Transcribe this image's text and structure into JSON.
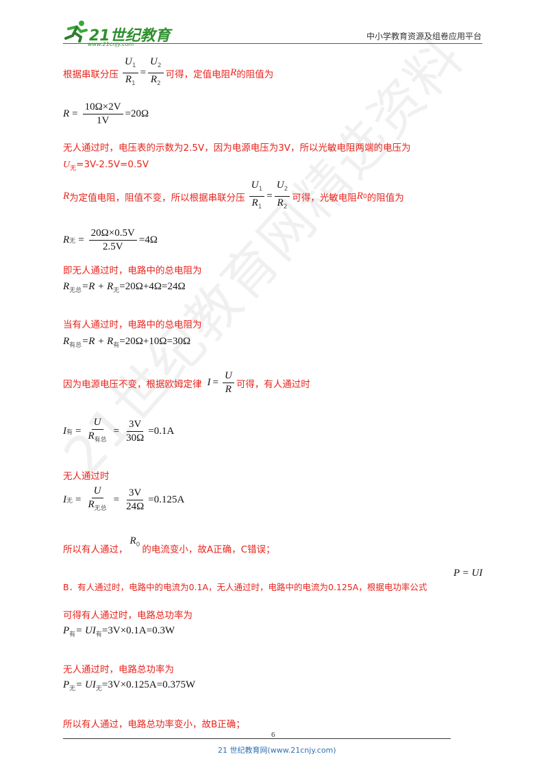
{
  "header": {
    "logo_main": "21世纪教育",
    "logo_url": "www.21cnjy.com",
    "right_text": "中小学教育资源及组卷应用平台"
  },
  "watermark": "21世纪教育网精选资料",
  "content": {
    "l1_pre": "根据串联分压",
    "l1_post": "可得，定值电阻",
    "l1_R": "R",
    "l1_end": "的阻值为",
    "eq1_lhs": "R",
    "eq1_num": "10Ω×2V",
    "eq1_den": "1V",
    "eq1_res": "=20Ω",
    "l2": "无人通过时，电压表的示数为2.5V，因为电源电压为3V，所以光敏电阻两端的电压为",
    "l3_U": "U",
    "l3_sub": "无",
    "l3_rest": "=3V-2.5V=0.5V",
    "l4_R": "R",
    "l4_pre": "为定值电阻，阻值不变，所以根据串联分压",
    "l4_post": "可得，光敏电阻",
    "l4_R0": "R",
    "l4_R0sub": "0",
    "l4_end": "的阻值为",
    "eq2_lhs": "R",
    "eq2_sub": "无",
    "eq2_num": "20Ω×0.5V",
    "eq2_den": "2.5V",
    "eq2_res": "=4Ω",
    "l5": "即无人通过时，电路中的总电阻为",
    "eq3_a": "R",
    "eq3_asub": "无总",
    "eq3_b": "=R + R",
    "eq3_bsub": "无",
    "eq3_res": "=20Ω+4Ω=24Ω",
    "l6": "当有人通过时，电路中的总电阻为",
    "eq4_a": "R",
    "eq4_asub": "有总",
    "eq4_b": "=R + R",
    "eq4_bsub": "有",
    "eq4_res": "=20Ω+10Ω=30Ω",
    "l7_pre": "因为电源电压不变，根据欧姆定律",
    "l7_post": "可得，有人通过时",
    "eq5_I": "I",
    "eq5_sub": "有",
    "eq5_num": "U",
    "eq5_denR": "R",
    "eq5_densub": "有总",
    "eq5_num2": "3V",
    "eq5_den2": "30Ω",
    "eq5_res": "=0.1A",
    "l8": "无人通过时",
    "eq6_I": "I",
    "eq6_sub": "无",
    "eq6_num": "U",
    "eq6_denR": "R",
    "eq6_densub": "无总",
    "eq6_num2": "3V",
    "eq6_den2": "24Ω",
    "eq6_res": "=0.125A",
    "l9_pre": "所以有人通过，",
    "l9_post": "的电流变小，故A正确，C错误；",
    "l10": "B．有人通过时，电路中的电流为0.1A，无人通过时，电路中的电流为0.125A，根据电功率公式",
    "l10_formula": "P = UI",
    "l11": "可得有人通过时，电路总功率为",
    "eq7_P": "P",
    "eq7_sub": "有",
    "eq7_mid": "= UI",
    "eq7_sub2": "有",
    "eq7_res": "=3V×0.1A=0.3W",
    "l12": "无人通过时，电路总功率为",
    "eq8_P": "P",
    "eq8_sub": "无",
    "eq8_mid": "= UI",
    "eq8_sub2": "无",
    "eq8_res": "=3V×0.125A=0.375W",
    "l13": "所以有人通过，电路总功率变小，故B正确；"
  },
  "footer": {
    "page_number": "6",
    "site": "21 世纪教育网(www.21cnjy.com)"
  }
}
